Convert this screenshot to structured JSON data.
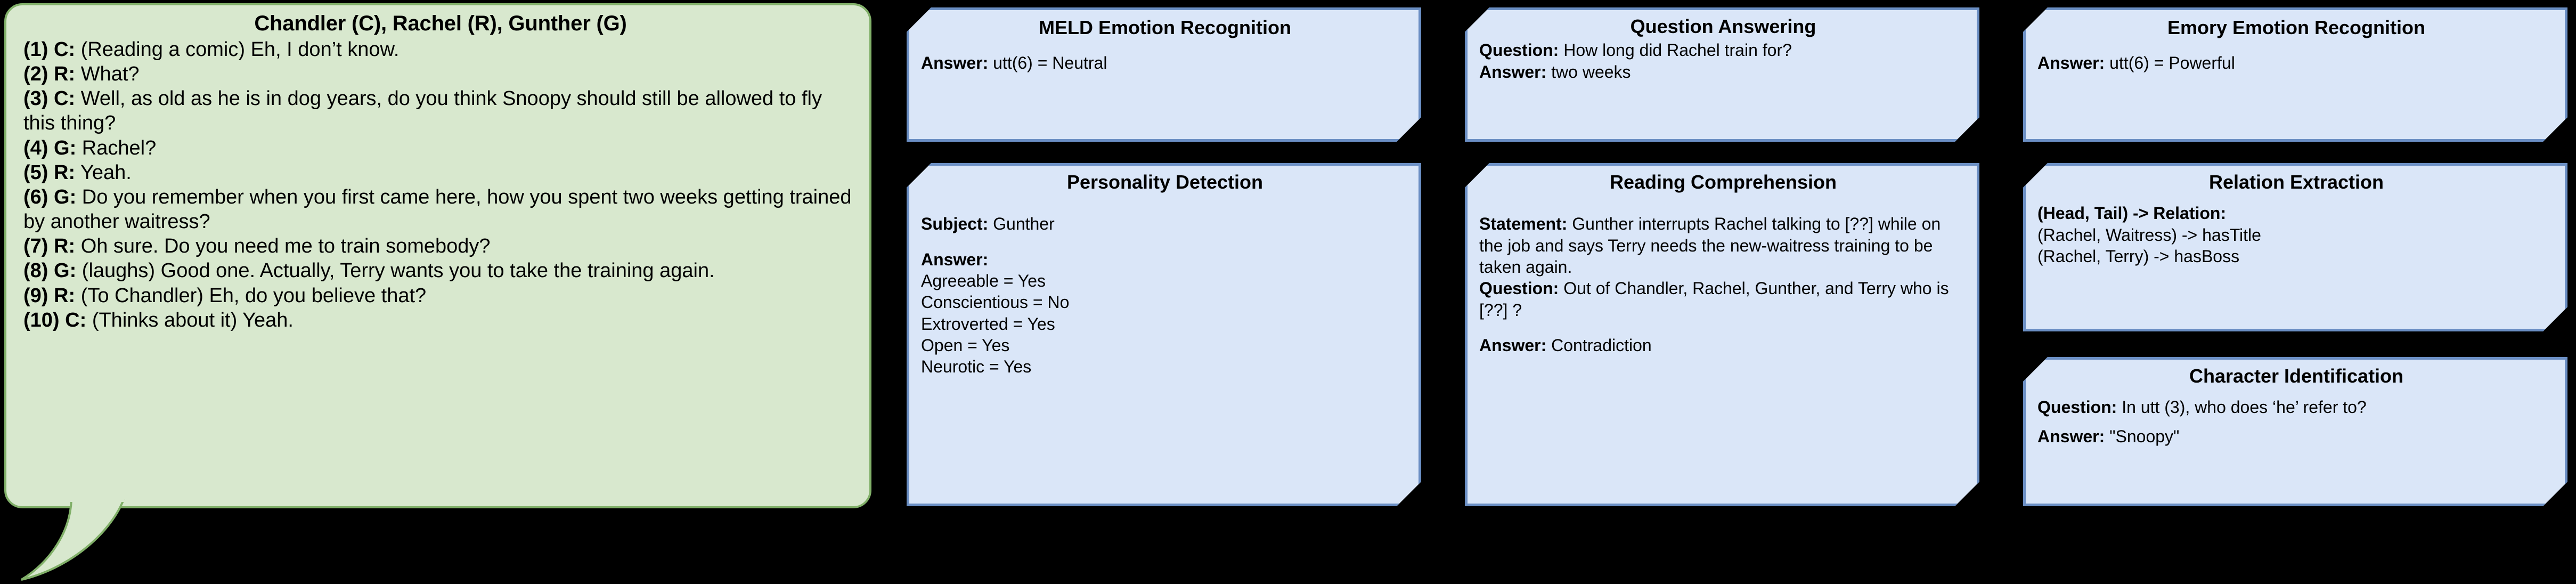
{
  "colors": {
    "bubble_fill": "#d8e8ce",
    "bubble_border": "#81b069",
    "card_fill": "#dae6f8",
    "card_border": "#6b8fc4",
    "background": "#000000",
    "text": "#000000"
  },
  "dialogue": {
    "title": "Chandler (C), Rachel (R), Gunther (G)",
    "utterances": [
      {
        "id": "(1)",
        "speaker": "C:",
        "text": "(Reading a comic) Eh, I don’t know."
      },
      {
        "id": "(2)",
        "speaker": "R:",
        "text": "What?"
      },
      {
        "id": "(3)",
        "speaker": "C:",
        "text": "Well, as old as he is in dog years, do you think Snoopy should still be allowed to fly this thing?"
      },
      {
        "id": "(4)",
        "speaker": "G:",
        "text": "Rachel?"
      },
      {
        "id": "(5)",
        "speaker": "R:",
        "text": "Yeah."
      },
      {
        "id": "(6)",
        "speaker": "G:",
        "text": "Do you remember when you first came here, how you spent two weeks getting trained by another waitress?"
      },
      {
        "id": "(7)",
        "speaker": "R:",
        "text": "Oh sure. Do you need me to train somebody?"
      },
      {
        "id": "(8)",
        "speaker": "G:",
        "text": "(laughs) Good one. Actually, Terry wants you to take the training again."
      },
      {
        "id": "(9)",
        "speaker": "R:",
        "text": "(To Chandler) Eh, do you believe that?"
      },
      {
        "id": "(10)",
        "speaker": "C:",
        "text": "(Thinks about it) Yeah."
      }
    ]
  },
  "cards": {
    "meld": {
      "title": "MELD Emotion Recognition",
      "answer_label": "Answer:",
      "answer_value": "utt(6) = Neutral"
    },
    "qa": {
      "title": "Question Answering",
      "question_label": "Question:",
      "question_value": "How long did Rachel train for?",
      "answer_label": "Answer:",
      "answer_value": "two weeks"
    },
    "emory": {
      "title": "Emory Emotion Recognition",
      "answer_label": "Answer:",
      "answer_value": "utt(6) = Powerful"
    },
    "personality": {
      "title": "Personality Detection",
      "subject_label": "Subject:",
      "subject_value": "Gunther",
      "answer_label": "Answer:",
      "traits": [
        "Agreeable = Yes",
        "Conscientious = No",
        "Extroverted = Yes",
        "Open = Yes",
        "Neurotic = Yes"
      ]
    },
    "reading_comprehension": {
      "title": "Reading Comprehension",
      "statement_label": "Statement:",
      "statement_value": "Gunther interrupts Rachel talking to [??] while on the job and says Terry needs the new-waitress training to be taken again.",
      "question_label": "Question:",
      "question_value": "Out of Chandler, Rachel, Gunther, and Terry who is [??] ?",
      "answer_label": "Answer:",
      "answer_value": "Contradiction"
    },
    "relation_extraction": {
      "title": "Relation Extraction",
      "header_label": "(Head, Tail) -> Relation:",
      "relations": [
        "(Rachel, Waitress) -> hasTitle",
        "(Rachel, Terry) -> hasBoss"
      ]
    },
    "character_identification": {
      "title": "Character Identification",
      "question_label": "Question:",
      "question_value": "In utt (3), who does ‘he’ refer to?",
      "answer_label": "Answer:",
      "answer_value": "\"Snoopy\""
    }
  }
}
